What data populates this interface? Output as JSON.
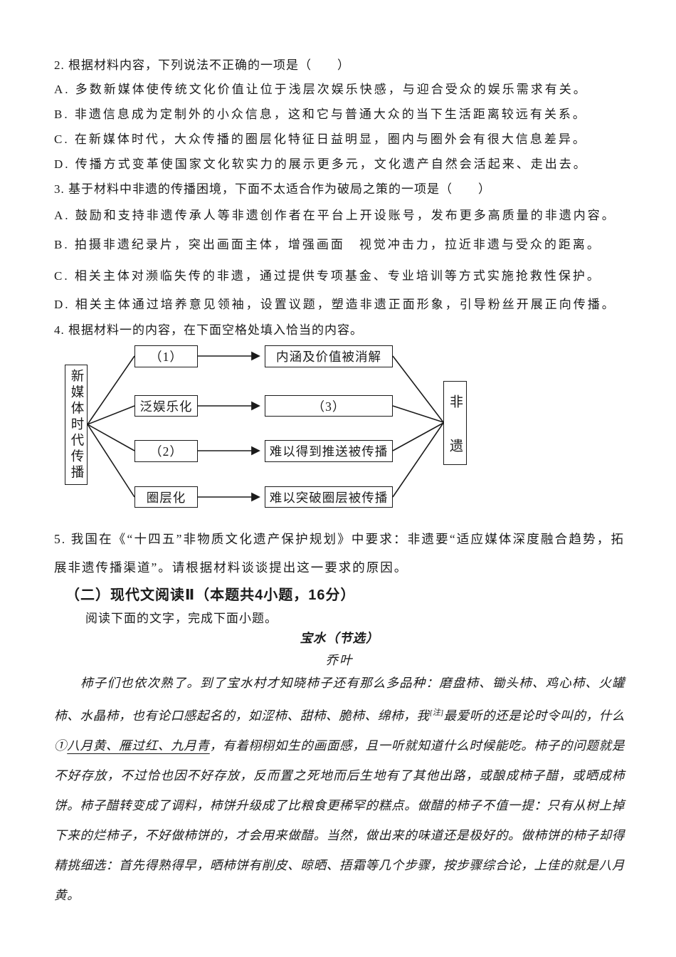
{
  "q2": {
    "stem": "2. 根据材料内容，下列说法不正确的一项是（　　）",
    "options": [
      "A. 多数新媒体使传统文化价值让位于浅层次娱乐快感，与迎合受众的娱乐需求有关。",
      "B. 非遗信息成为定制外的小众信息，这和它与普通大众的当下生活距离较远有关系。",
      "C. 在新媒体时代，大众传播的圈层化特征日益明显，圈内与圈外会有很大信息差异。",
      "D. 传播方式变革使国家文化软实力的展示更多元，文化遗产自然会活起来、走出去。"
    ]
  },
  "q3": {
    "stem": "3. 基于材料中非遗的传播困境，下面不太适合作为破局之策的一项是（　　）",
    "options": [
      "A. 鼓励和支持非遗传承人等非遗创作者在平台上开设账号，发布更多高质量的非遗内容。",
      "B. 拍摄非遗纪录片，突出画面主体，增强画面　视觉冲击力，拉近非遗与受众的距离。",
      "C. 相关主体对濒临失传的非遗，通过提供专项基金、专业培训等方式实施抢救性保护。",
      "D. 相关主体通过培养意见领袖，设置议题，塑造非遗正面形象，引导粉丝开展正向传播。"
    ]
  },
  "q4": {
    "stem": "4. 根据材料一的内容，在下面空格处填入恰当的内容。"
  },
  "diagram": {
    "source_node": "新媒体时代传播",
    "target_node": "非　遗",
    "causes": [
      "（1）",
      "泛娱乐化",
      "（2）",
      "圈层化"
    ],
    "effects": [
      "内涵及价值被消解",
      "（3）",
      "难以得到推送被传播",
      "难以突破圈层被传播"
    ]
  },
  "q5": {
    "text": "5. 我国在《“十四五”非物质文化遗产保护规划》中要求：非遗要“适应媒体深度融合趋势，拓展非遗传播渠道”。请根据材料谈谈提出这一要求的原因。"
  },
  "section2": {
    "header": "（二）现代文阅读Ⅱ（本题共4小题，16分）",
    "intro": "阅读下面的文字，完成下面小题。"
  },
  "passage": {
    "title": "宝水（节选）",
    "author": "乔叶",
    "p1a": "柿子们也依次熟了。到了宝水村才知晓柿子还有那么多品种：磨盘柿、锄头柿、鸡心柿、火罐柿、水晶柿，也有论口感起名的，如涩柿、甜柿、脆柿、绵柿，我",
    "note_ref": "[注]",
    "p1b": "最爱听的还是论时令叫的，什么",
    "circled_ref": "①",
    "underlined": "八月黄、雁过红、九月青",
    "p1c": "，有着栩栩如生的画面感，且一听就知道什么时候能吃。柿子的问题就是不好存放，不过恰也因不好存放，反而置之死地而后生地有了其他出路，或酿成柿子醋，或晒成柿饼。柿子醋转变成了调料，柿饼升级成了比粮食更稀罕的糕点。做醋的柿子不值一提：只有从树上掉下来的烂柿子，不好做柿饼的，才会用来做醋。当然，做出来的味道还是极好的。做柿饼的柿子却得精挑细选：首先得熟得早，晒柿饼有削皮、晾晒、捂霜等几个步骤，按步骤综合论，上佳的就是八月黄。"
  }
}
